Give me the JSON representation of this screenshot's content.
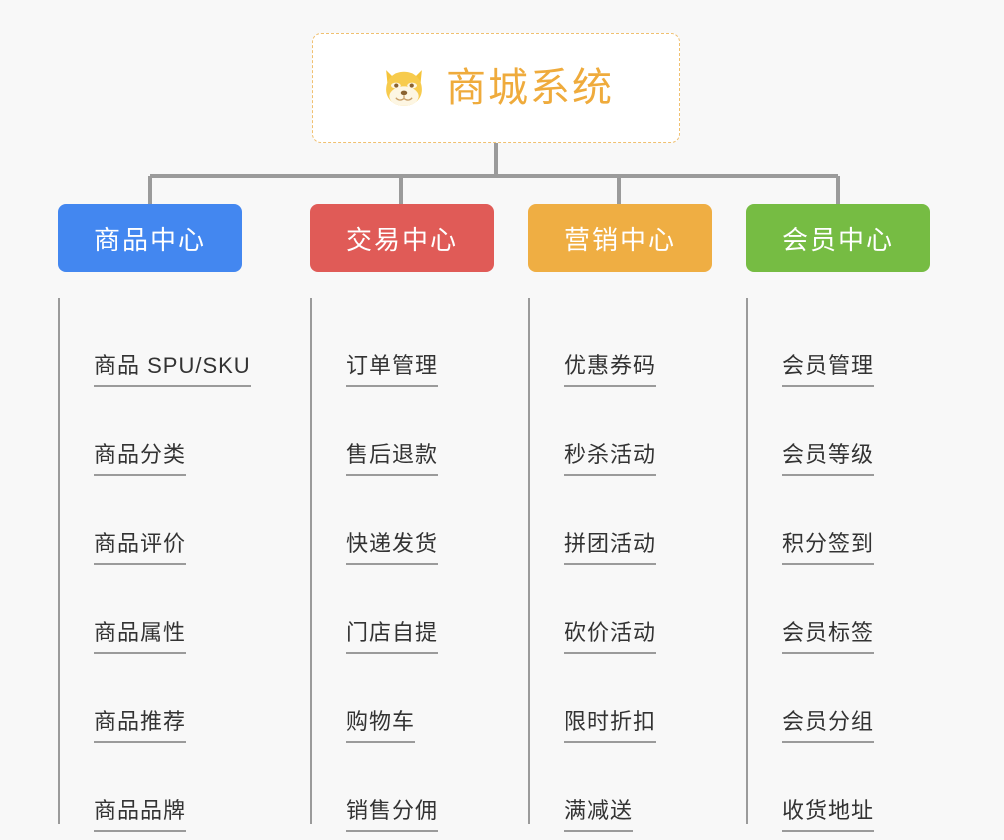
{
  "background_color": "#f8f8f8",
  "root": {
    "title": "商城系统",
    "icon": "shiba-dog-face-icon",
    "text_color": "#efab3c",
    "border_color": "#f0c070",
    "background_color": "#ffffff"
  },
  "categories": [
    {
      "label": "商品中心",
      "color": "#4387f0",
      "items": [
        "商品 SPU/SKU",
        "商品分类",
        "商品评价",
        "商品属性",
        "商品推荐",
        "商品品牌"
      ]
    },
    {
      "label": "交易中心",
      "color": "#e05b57",
      "items": [
        "订单管理",
        "售后退款",
        "快递发货",
        "门店自提",
        "购物车",
        "销售分佣"
      ]
    },
    {
      "label": "营销中心",
      "color": "#efae43",
      "items": [
        "优惠券码",
        "秒杀活动",
        "拼团活动",
        "砍价活动",
        "限时折扣",
        "满减送"
      ]
    },
    {
      "label": "会员中心",
      "color": "#76bc43",
      "items": [
        "会员管理",
        "会员等级",
        "积分签到",
        "会员标签",
        "会员分组",
        "收货地址"
      ]
    }
  ],
  "connector_color": "#9b9b9b"
}
